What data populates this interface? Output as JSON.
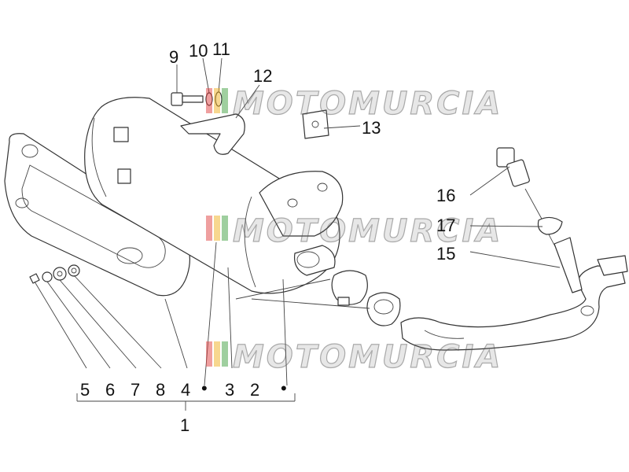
{
  "watermark": {
    "text": "MOTOMURCIA",
    "colors": [
      "#e04040",
      "#f0b020",
      "#40a040"
    ]
  },
  "labels": [
    "1",
    "2",
    "3",
    "4",
    "5",
    "6",
    "7",
    "8",
    "9",
    "10",
    "11",
    "12",
    "13",
    "15",
    "16",
    "17"
  ],
  "bracket_dot": "•"
}
